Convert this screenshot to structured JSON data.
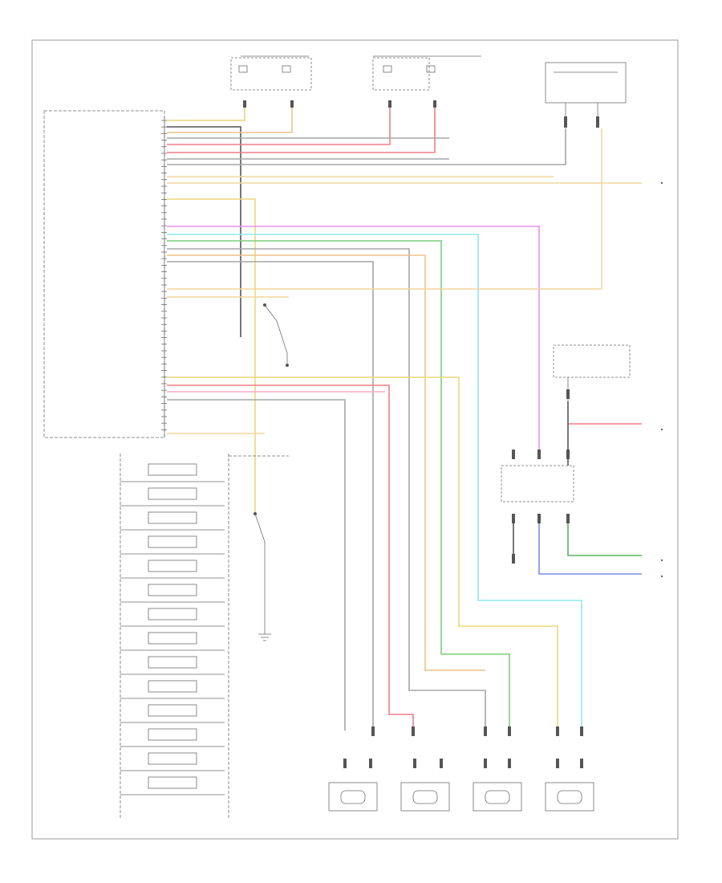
{
  "diagram": {
    "page_ref": "",
    "wire_colors": {
      "yellow": "#ead77a",
      "orange": "#f0c189",
      "red": "#f07f86",
      "pink": "#f7a8c8",
      "magenta": "#e893f0",
      "cyan": "#8fe8f0",
      "green": "#7ccf7c",
      "tan": "#f3d59e",
      "gray": "#a5a5a5",
      "blue": "#7a8fe0",
      "black": "#333333",
      "dark_green": "#5fae5f"
    },
    "components": [
      {
        "id": "fuse-block-top-left",
        "icon": "fuse-icon"
      },
      {
        "id": "fuse-block-top-middle",
        "icon": "fuse-icon"
      },
      {
        "id": "ground-connector-top-right",
        "icon": "connector-icon"
      },
      {
        "id": "control-module-left",
        "icon": "module-icon"
      },
      {
        "id": "module-right",
        "icon": "module-icon"
      },
      {
        "id": "fuse-block-right",
        "icon": "fuse-icon"
      },
      {
        "id": "switch-left-upper",
        "icon": "switch-icon"
      },
      {
        "id": "switch-left-lower",
        "icon": "switch-icon"
      },
      {
        "id": "ground-point",
        "icon": "ground-icon"
      },
      {
        "id": "valve-body-legend",
        "icon": "solenoid-icon"
      },
      {
        "id": "wheel-speed-sensor-1",
        "icon": "sensor-icon"
      },
      {
        "id": "wheel-speed-sensor-2",
        "icon": "sensor-icon"
      },
      {
        "id": "wheel-speed-sensor-3",
        "icon": "sensor-icon"
      },
      {
        "id": "wheel-speed-sensor-4",
        "icon": "sensor-icon"
      }
    ]
  }
}
